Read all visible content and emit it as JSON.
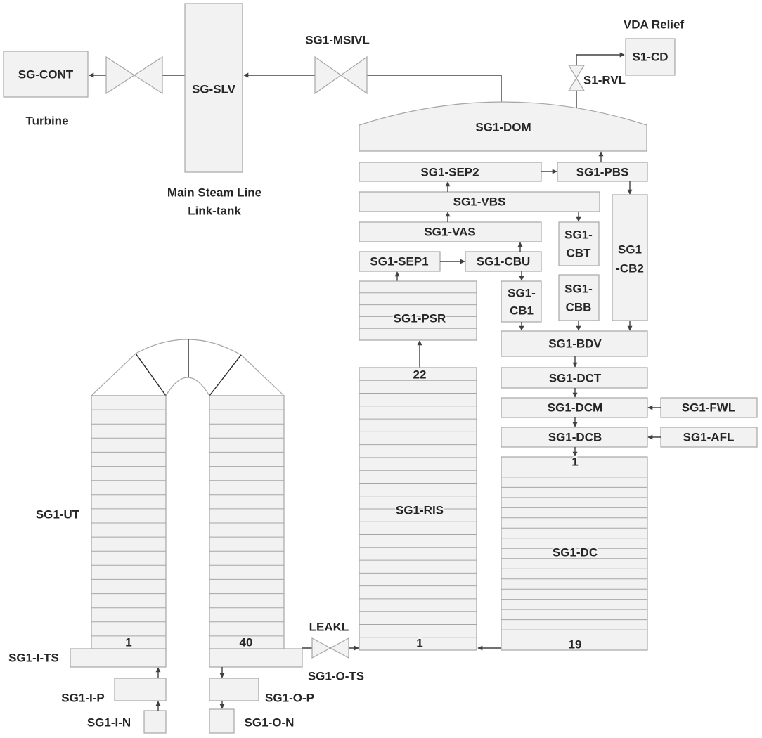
{
  "colors": {
    "box_fill": "#f2f2f2",
    "box_stroke": "#a6a6a6",
    "text": "#262626",
    "line": "#404040"
  },
  "nodes": {
    "sg_cont": "SG-CONT",
    "sg_slv": "SG-SLV",
    "s1_cd": "S1-CD",
    "sg1_dom": "SG1-DOM",
    "sg1_sep2": "SG1-SEP2",
    "sg1_pbs": "SG1-PBS",
    "sg1_vbs": "SG1-VBS",
    "sg1_vas": "SG1-VAS",
    "sg1_cbt": {
      "line1": "SG1-",
      "line2": "CBT"
    },
    "sg1_cb2": {
      "line1": "SG1",
      "line2": "-CB2"
    },
    "sg1_sep1": "SG1-SEP1",
    "sg1_cbu": "SG1-CBU",
    "sg1_cb1": {
      "line1": "SG1-",
      "line2": "CB1"
    },
    "sg1_cbb": {
      "line1": "SG1-",
      "line2": "CBB"
    },
    "sg1_psr": "SG1-PSR",
    "sg1_ris": {
      "label": "SG1-RIS",
      "top_cell": "22",
      "bottom_cell": "1"
    },
    "sg1_bdv": "SG1-BDV",
    "sg1_dct": "SG1-DCT",
    "sg1_dcm": "SG1-DCM",
    "sg1_fwl": "SG1-FWL",
    "sg1_dcb": "SG1-DCB",
    "sg1_afl": "SG1-AFL",
    "sg1_dc": {
      "label": "SG1-DC",
      "top_cell": "1",
      "bottom_cell": "19"
    },
    "sg1_ut": {
      "label": "SG1-UT",
      "inlet_leg_bottom_cell": "1",
      "outlet_leg_bottom_cell": "40"
    },
    "sg1_i_ts": "SG1-I-TS",
    "sg1_o_ts": "SG1-O-TS",
    "sg1_i_p": "SG1-I-P",
    "sg1_o_p": "SG1-O-P",
    "sg1_i_n": "SG1-I-N",
    "sg1_o_n": "SG1-O-N"
  },
  "valves": {
    "msivl": "SG1-MSIVL",
    "rvl": "S1-RVL",
    "leakl": "LEAKL"
  },
  "annotations": {
    "turbine": "Turbine",
    "main_steam_line": "Main Steam Line",
    "link_tank": "Link-tank",
    "vda_relief": "VDA Relief"
  }
}
